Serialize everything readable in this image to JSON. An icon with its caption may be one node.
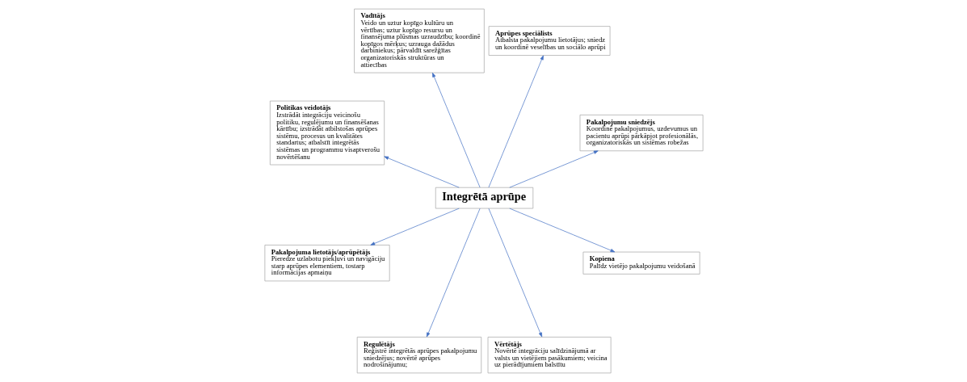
{
  "diagram": {
    "nodes": [
      {
        "text": [
          "Pakalpojumu sniedzējs",
          "Koordinē pakalpojumus, uzdevumus un pacientu aprūpi pārkāpjot profesionālās, organizatoriskās un sistēmas robežas"
        ]
      },
      {
        "text": [
          "Aprūpes speciālists",
          "Atbalsta pakalpojumu lietotājus; sniedz un koordinē veselības un sociālo aprūpi"
        ]
      },
      {
        "text": [
          "Vadītājs",
          "Veido un uztur kopīgo kultūru un vērtības; uztur kopīgo resursu un finansējuma plūsmas uzraudzību; koordinē kopīgos mērķus; uzrauga dažādus darbiniekus; pārvaldīt sarežģītas organizatoriskās struktūras un attiecības"
        ]
      },
      {
        "text": [
          "Politikas veidotājs",
          "Izstrādāt integrāciju veicinošu politiku, regulējumu un finansēšanas kārtību; izstrādāt atbilstošas aprūpes sistēmu, procesus un kvalitātes standartus; atbalstīt integrētās sistēmas un programmu visaptverošu novērtēšanu"
        ]
      },
      {
        "text": [
          "Integrētā aprūpe"
        ]
      },
      {
        "text": [
          "Pakalpojuma lietotājs/aprūpētājs",
          "Pieredze uzlabotu piekļuvi un navigāciju starp aprūpes elementiem, tostarp informācijas apmaiņu"
        ]
      },
      {
        "text": [
          "Regulētājs",
          "Reģistrē integrētās aprūpes pakalpojumu sniedzējus; novērtē aprūpes nodrošinājumu;"
        ]
      },
      {
        "text": [
          "Vērtētājs",
          "Novērtē integrāciju salīdzinājumā ar valsts un vietējiem pasākumiem; veicina uz pierādījumiem balstītu"
        ]
      },
      {
        "text": [
          "Kopiena",
          "Palīdz vietējo pakalpojumu veidošanā"
        ]
      }
    ],
    "edges": [
      {
        "from": 4,
        "to": 0,
        "arrow": "to"
      },
      {
        "from": 4,
        "to": 1,
        "arrow": "to"
      },
      {
        "from": 4,
        "to": 2,
        "arrow": "to"
      },
      {
        "from": 4,
        "to": 3,
        "arrow": "to"
      },
      {
        "from": 4,
        "to": 5,
        "arrow": "to"
      },
      {
        "from": 4,
        "to": 6,
        "arrow": "to"
      },
      {
        "from": 4,
        "to": 7,
        "arrow": "to"
      },
      {
        "from": 4,
        "to": 8,
        "arrow": "to"
      }
    ]
  }
}
